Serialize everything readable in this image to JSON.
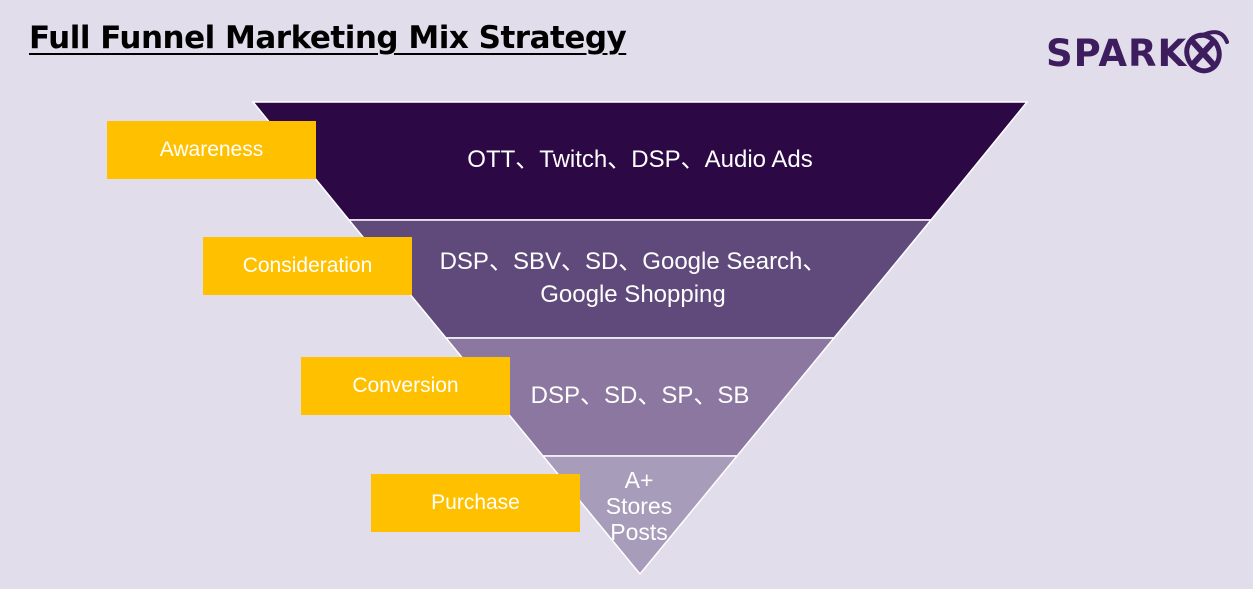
{
  "title": "Full Funnel Marketing Mix Strategy",
  "logo": {
    "text": "SPARK",
    "mark": "x-swoosh-icon",
    "color": "#3E1D5E"
  },
  "colors": {
    "background": "#E1DDEB",
    "stage_label": "#FFC000",
    "layers": [
      "#2C0845",
      "#5F4A7B",
      "#8B779F",
      "#A89CBB"
    ]
  },
  "funnel": [
    {
      "stage": "Awareness",
      "lines": [
        "OTT、Twitch、DSP、Audio Ads"
      ]
    },
    {
      "stage": "Consideration",
      "lines": [
        "DSP、SBV、SD、Google Search、",
        "Google Shopping"
      ]
    },
    {
      "stage": "Conversion",
      "lines": [
        "DSP、SD、SP、SB"
      ]
    },
    {
      "stage": "Purchase",
      "lines": [
        "A+",
        "Stores",
        "Posts"
      ]
    }
  ]
}
